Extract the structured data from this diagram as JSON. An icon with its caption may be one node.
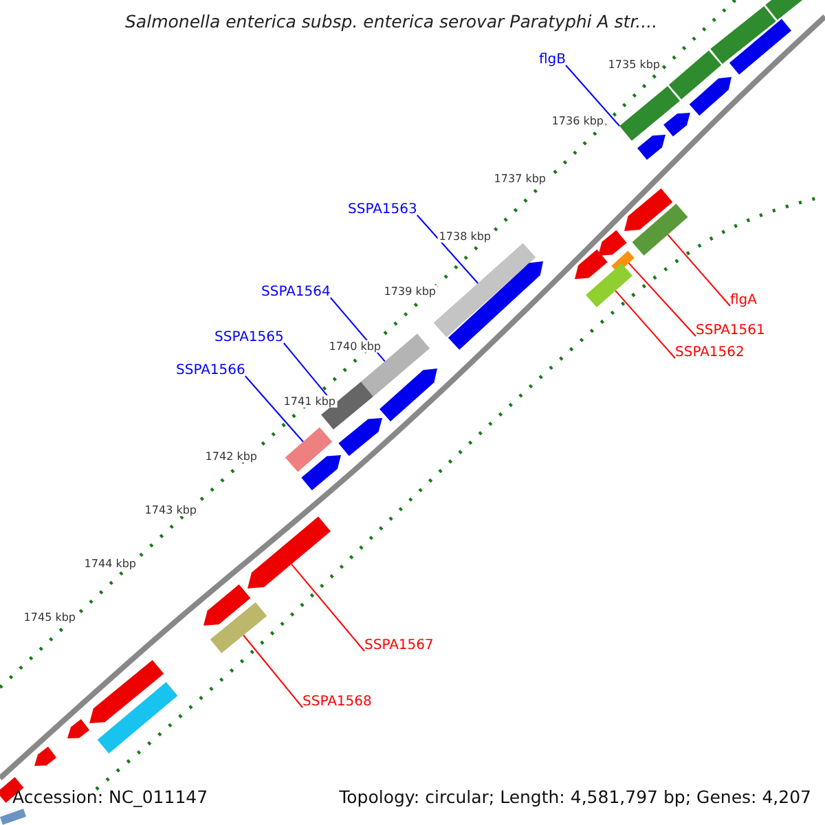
{
  "diagram": {
    "title": "Salmonella enterica subsp. enterica serovar Paratyphi A str....",
    "nodes": [
      {
        "text": [
          "flgB"
        ]
      },
      {
        "text": [
          "SSPA1563"
        ]
      },
      {
        "text": [
          "SSPA1564"
        ]
      },
      {
        "text": [
          "SSPA1565"
        ]
      },
      {
        "text": [
          "SSPA1566"
        ]
      },
      {
        "text": [
          "flgA"
        ]
      },
      {
        "text": [
          "SSPA1561"
        ]
      },
      {
        "text": [
          "SSPA1562"
        ]
      },
      {
        "text": [
          "SSPA1567"
        ]
      },
      {
        "text": [
          "SSPA1568"
        ]
      },
      {
        "text": [],
        "shape": "bar"
      },
      {
        "text": [],
        "shape": "bar"
      },
      {
        "text": [],
        "shape": "bar"
      },
      {
        "text": [],
        "shape": "bar"
      },
      {
        "text": [],
        "shape": "bar"
      },
      {
        "text": [],
        "shape": "bar"
      },
      {
        "text": [],
        "shape": "bar"
      },
      {
        "text": [],
        "shape": "bar"
      },
      {
        "text": [],
        "shape": "arrow"
      },
      {
        "text": [],
        "shape": "bar"
      },
      {
        "text": [],
        "shape": "bar"
      },
      {
        "text": [],
        "shape": "bar"
      },
      {
        "text": [],
        "shape": "bar"
      },
      {
        "text": [],
        "shape": "arrow"
      },
      {
        "text": [],
        "shape": "arrow"
      },
      {
        "text": [],
        "shape": "arrow"
      },
      {
        "text": [],
        "shape": "bar"
      },
      {
        "text": [],
        "shape": "arrow"
      },
      {
        "text": [],
        "shape": "arrow"
      },
      {
        "text": [],
        "shape": "arrow"
      },
      {
        "text": [],
        "shape": "arrow"
      },
      {
        "text": [],
        "shape": "arrow"
      },
      {
        "text": [],
        "shape": "arrow"
      },
      {
        "text": [],
        "shape": "arrow"
      },
      {
        "text": [],
        "shape": "arrow"
      },
      {
        "text": [],
        "shape": "arrow"
      },
      {
        "text": [],
        "shape": "bar"
      },
      {
        "text": [],
        "shape": "arrow"
      },
      {
        "text": [],
        "shape": "arrow"
      },
      {
        "text": [],
        "shape": "bar"
      },
      {
        "text": [],
        "shape": "bar"
      }
    ],
    "edges": [
      {
        "from": 0,
        "to": 10,
        "arrow": "none",
        "color": "#0000ff"
      },
      {
        "from": 1,
        "to": 11,
        "arrow": "none",
        "color": "#0000ff"
      },
      {
        "from": 2,
        "to": 12,
        "arrow": "none",
        "color": "#0000ff"
      },
      {
        "from": 3,
        "to": 13,
        "arrow": "none",
        "color": "#0000ff"
      },
      {
        "from": 4,
        "to": 14,
        "arrow": "none",
        "color": "#0000ff"
      },
      {
        "from": 5,
        "to": 15,
        "arrow": "none",
        "color": "#ff0000"
      },
      {
        "from": 6,
        "to": 16,
        "arrow": "none",
        "color": "#ff0000"
      },
      {
        "from": 7,
        "to": 17,
        "arrow": "none",
        "color": "#ff0000"
      },
      {
        "from": 8,
        "to": 18,
        "arrow": "none",
        "color": "#ff0000"
      },
      {
        "from": 9,
        "to": 19,
        "arrow": "none",
        "color": "#ff0000"
      }
    ],
    "labels": [
      "1735 kbp",
      "1736 kbp",
      "1737 kbp",
      "1738 kbp",
      "1739 kbp",
      "1740 kbp",
      "1741 kbp",
      "1742 kbp",
      "1743 kbp",
      "1744 kbp",
      "1745 kbp",
      "Accession: NC_011147",
      "Topology: circular; Length: 4,581,797 bp; Genes: 4,207"
    ]
  }
}
